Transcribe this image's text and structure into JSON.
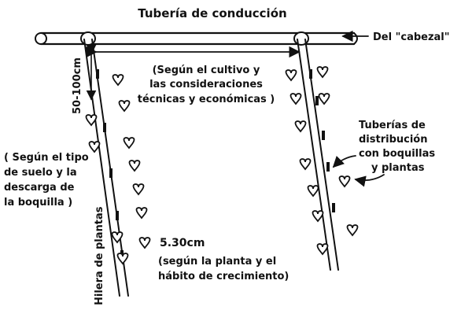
{
  "title": "Tubería de conducción",
  "header_label": "Del \"cabezal\"",
  "spacing_between_laterals": [
    "(Según el cultivo y",
    "las consideraciones",
    "técnicas y económicas )"
  ],
  "lateral_label": [
    "Tuberías de",
    "distribución",
    "con boquillas",
    "y plantas"
  ],
  "emitter_spacing_range": "50-100cm",
  "emitter_note": [
    "( Según el tipo",
    "de suelo y la",
    "descarga de",
    "la boquilla )"
  ],
  "plant_row_label": "Hilera de plantas",
  "plant_spacing": "5.30cm",
  "plant_spacing_note": [
    "(según la planta y el",
    "hábito de crecimiento)"
  ]
}
